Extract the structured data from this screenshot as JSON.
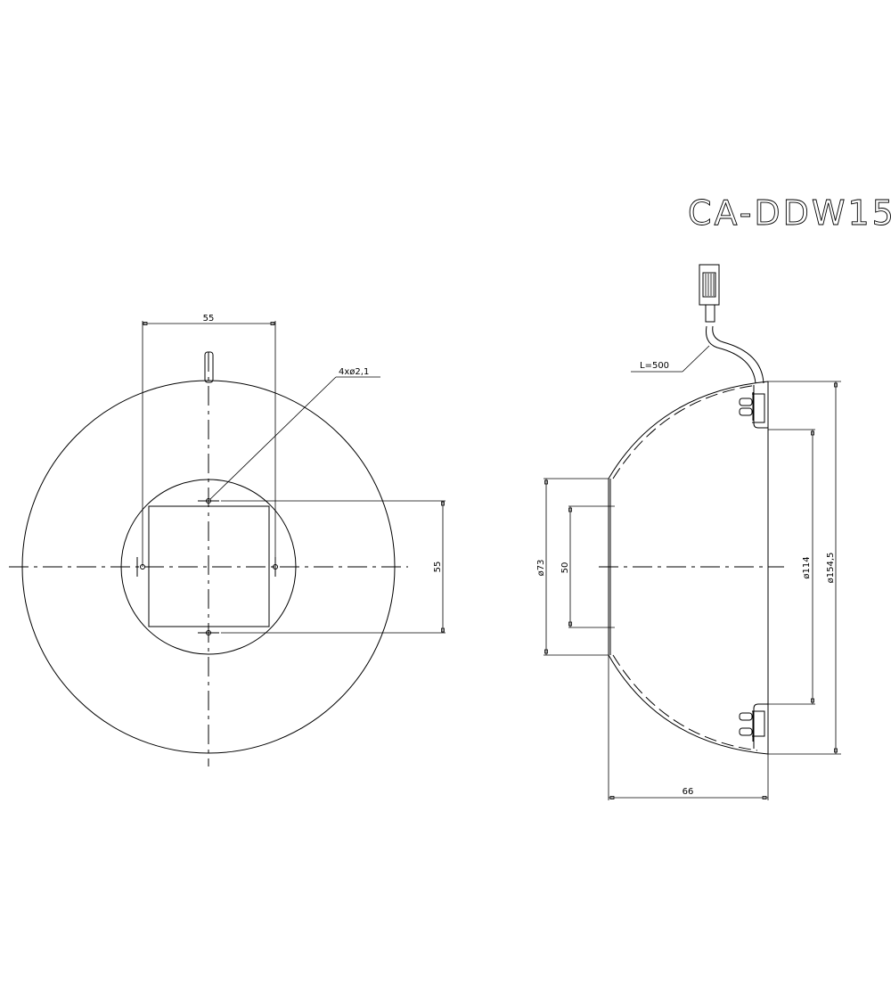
{
  "title": "CA-DDW15",
  "front_view": {
    "dim_top_width": "55",
    "dim_right_height": "55",
    "hole_callout": "4xø2,1"
  },
  "side_view": {
    "cable_length": "L=500",
    "dim_outer_diameter": "ø154,5",
    "dim_inner_diameter": "ø114",
    "dim_front_diameter": "ø73",
    "dim_front_inner": "50",
    "dim_depth": "66"
  },
  "colors": {
    "line": "#000000",
    "background": "#ffffff"
  }
}
